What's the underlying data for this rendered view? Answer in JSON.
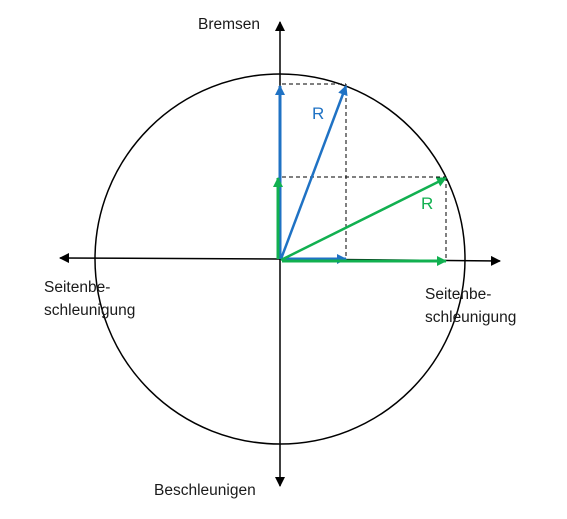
{
  "labels": {
    "top": "Bremsen",
    "bottom": "Beschleunigen",
    "left_line1": "Seitenbe-",
    "left_line2": "schleunigung",
    "right_line1": "Seitenbe-",
    "right_line2": "schleunigung",
    "blue_resultant": "R",
    "green_resultant": "R"
  },
  "colors": {
    "blue": "#1f72c4",
    "green": "#11b050",
    "axis": "#000000"
  }
}
